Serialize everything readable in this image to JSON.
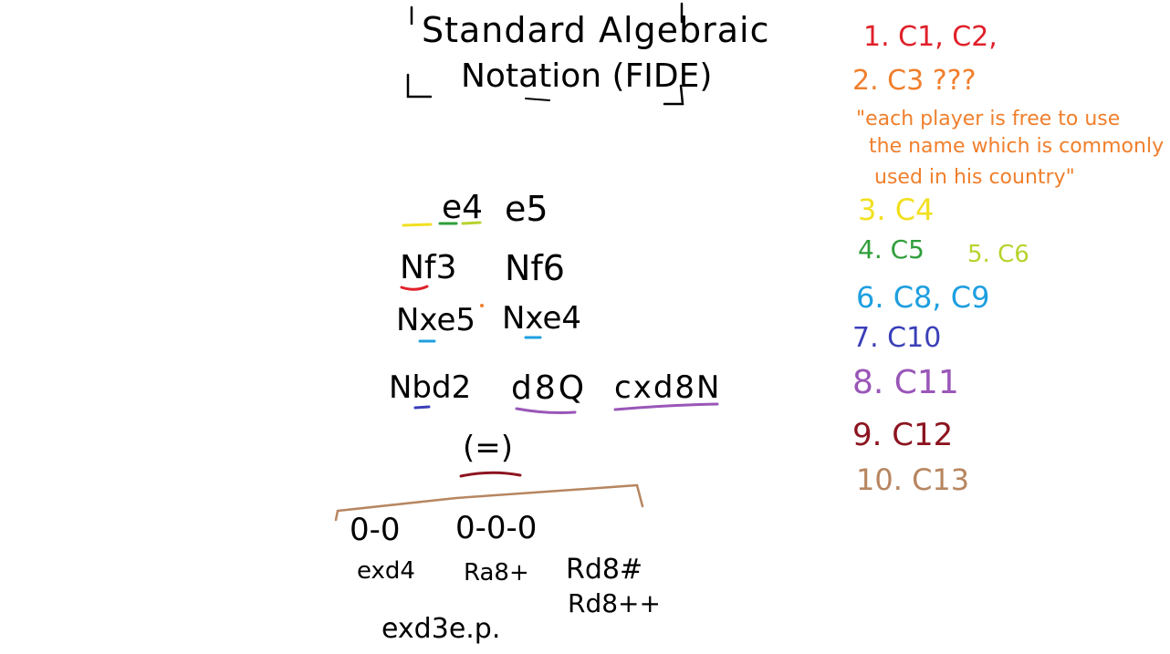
{
  "title": {
    "line1": "Standard Algebraic",
    "line2": "Notation (FIDE)"
  },
  "moves": {
    "row1": [
      "e4",
      "e5"
    ],
    "row2": [
      "Nf3",
      "Nf6"
    ],
    "row3": [
      "Nxe5",
      "Nxe4"
    ],
    "row4": [
      "Nbd2",
      "d8Q",
      "cxd8N"
    ],
    "row5": [
      "(=)"
    ]
  },
  "special": {
    "castle_short": "0-0",
    "castle_long": "0-0-0",
    "ex1": "exd4",
    "ex2": "Ra8+",
    "ex3": "Rd8#",
    "ex4": "Rd8++",
    "ex5": "exd3e.p."
  },
  "legend": [
    {
      "text": "1. C1, C2,",
      "color": "#e0202a"
    },
    {
      "text": "2. C3 ???",
      "color": "#f07f2c"
    },
    {
      "text": "\"each player is free to use",
      "color": "#f07f2c"
    },
    {
      "text": "the name which is commonly",
      "color": "#f07f2c"
    },
    {
      "text": "used in his country\"",
      "color": "#f07f2c"
    },
    {
      "text": "3. C4",
      "color": "#f2e020"
    },
    {
      "text": "4. C5",
      "color": "#2f9e3a"
    },
    {
      "text": "5. C6",
      "color": "#b6d32c"
    },
    {
      "text": "6. C8, C9",
      "color": "#1e9fe0"
    },
    {
      "text": "7. C10",
      "color": "#3a3fb8"
    },
    {
      "text": "8. C11",
      "color": "#9a56b8"
    },
    {
      "text": "9. C12",
      "color": "#8c1420"
    },
    {
      "text": "10. C13",
      "color": "#b78660"
    }
  ]
}
